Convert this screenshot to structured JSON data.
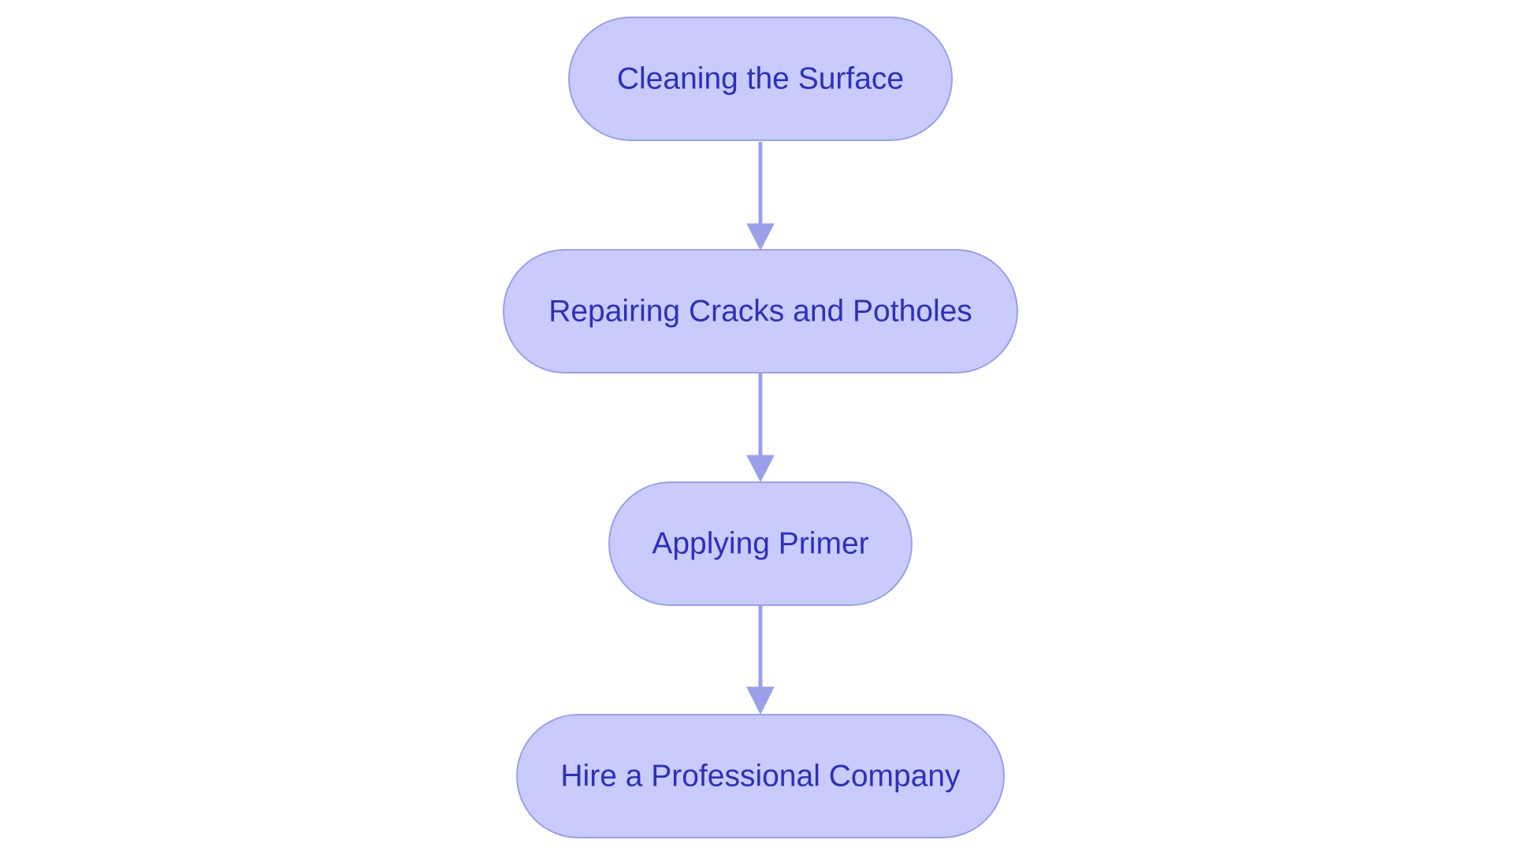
{
  "flowchart": {
    "nodes": [
      {
        "id": "cleaning",
        "label": "Cleaning the Surface"
      },
      {
        "id": "repairing",
        "label": "Repairing Cracks and Potholes"
      },
      {
        "id": "primer",
        "label": "Applying Primer"
      },
      {
        "id": "hire",
        "label": "Hire a Professional Company"
      }
    ],
    "edges": [
      {
        "from": "cleaning",
        "to": "repairing"
      },
      {
        "from": "repairing",
        "to": "primer"
      },
      {
        "from": "primer",
        "to": "hire"
      }
    ],
    "colors": {
      "node_fill": "#c8cbfc",
      "node_stroke": "#9ba0e8",
      "label_text": "#2e30b8",
      "edge": "#9ba0e8",
      "background": "#ffffff"
    }
  }
}
